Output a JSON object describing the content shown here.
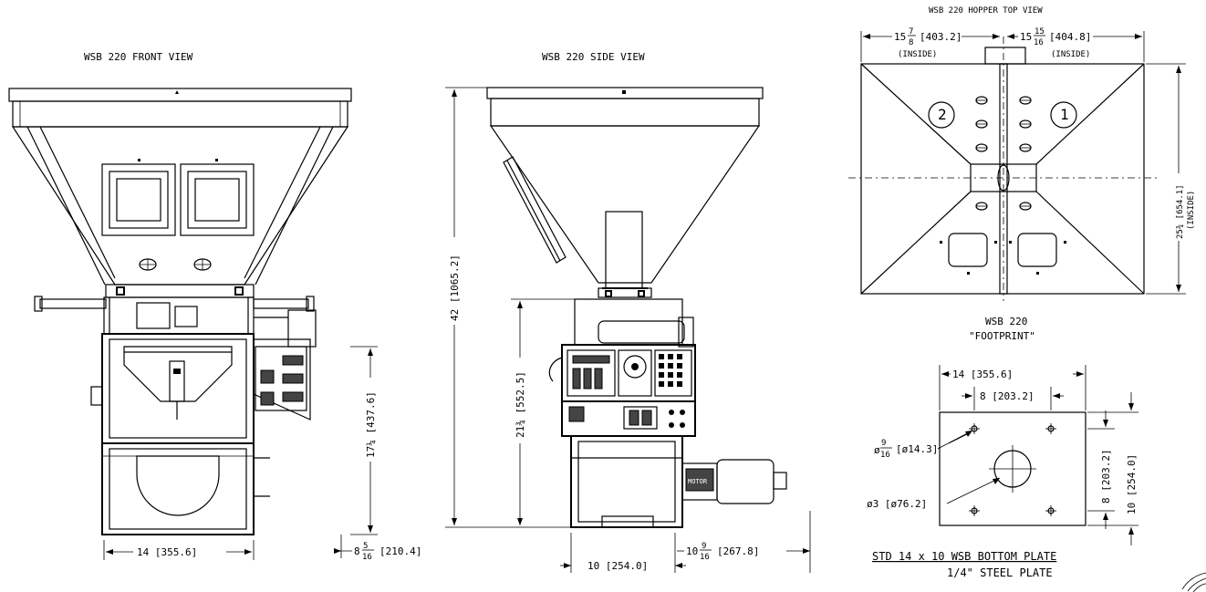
{
  "front_view": {
    "title": "WSB 220 FRONT VIEW",
    "dim_width": "14 [355.6]",
    "dim_height": "17¼ [437.6]",
    "dim_side_whole": "8",
    "dim_side_num": "5",
    "dim_side_den": "16",
    "dim_side_mm": "[210.4]"
  },
  "side_view": {
    "title": "WSB 220 SIDE VIEW",
    "dim_total_height": "42 [1065.2]",
    "dim_lower_height": "21¾ [552.5]",
    "dim_base": "10 [254.0]",
    "dim_ext_whole": "10",
    "dim_ext_num": "9",
    "dim_ext_den": "16",
    "dim_ext_mm": "[267.8]",
    "motor_label": "MOTOR"
  },
  "hopper_top": {
    "title": "WSB 220 HOPPER TOP VIEW",
    "dim_left_whole": "15",
    "dim_left_num": "7",
    "dim_left_den": "8",
    "dim_left_mm": "[403.2]",
    "dim_left_note": "(INSIDE)",
    "dim_right_whole": "15",
    "dim_right_num": "15",
    "dim_right_den": "16",
    "dim_right_mm": "[404.8]",
    "dim_right_note": "(INSIDE)",
    "dim_depth": "25¾ [654.1]",
    "dim_depth_note": "(INSIDE)",
    "compartment_left": "2",
    "compartment_right": "1"
  },
  "footprint": {
    "title_line1": "WSB 220",
    "title_line2": "\"FOOTPRINT\"",
    "dim_width": "14 [355.6]",
    "dim_bolt": "8 [203.2]",
    "dim_hole_prefix": "ø",
    "dim_hole_num": "9",
    "dim_hole_den": "16",
    "dim_hole_mm": "[ø14.3]",
    "dim_center": "ø3 [ø76.2]",
    "dim_bolt_v": "8 [203.2]",
    "dim_height_v": "10 [254.0]",
    "plate_line1": "STD 14 x 10 WSB BOTTOM PLATE",
    "plate_line2": "1/4\" STEEL PLATE"
  }
}
